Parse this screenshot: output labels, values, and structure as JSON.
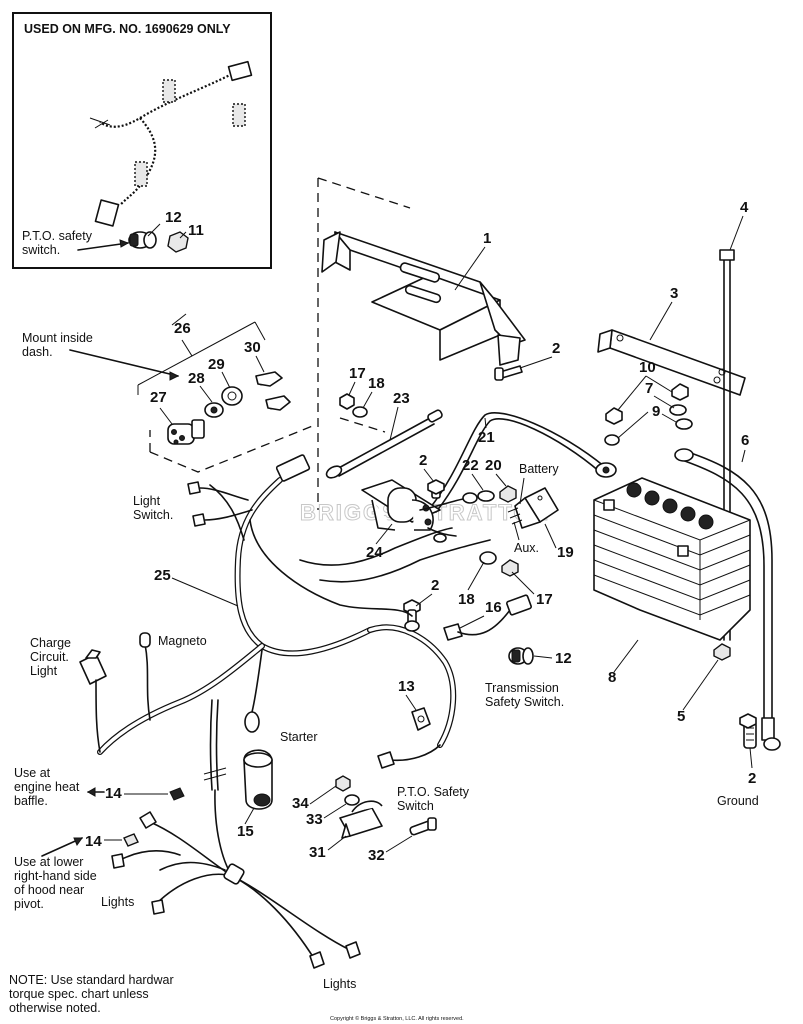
{
  "inset": {
    "title": "USED ON MFG. NO. 1690629 ONLY",
    "pto_switch_label": [
      "P.T.O. safety",
      "switch."
    ]
  },
  "callouts": {
    "c1": "1",
    "c2a": "2",
    "c2b": "2",
    "c2c": "2",
    "c2d": "2",
    "c3": "3",
    "c4": "4",
    "c5": "5",
    "c6": "6",
    "c7": "7",
    "c8": "8",
    "c9": "9",
    "c10": "10",
    "c11": "11",
    "c12a": "12",
    "c12b": "12",
    "c13": "13",
    "c14a": "14",
    "c14b": "14",
    "c15": "15",
    "c16": "16",
    "c17a": "17",
    "c17b": "17",
    "c18a": "18",
    "c18b": "18",
    "c19": "19",
    "c20": "20",
    "c21": "21",
    "c22": "22",
    "c23": "23",
    "c24": "24",
    "c25": "25",
    "c26": "26",
    "c27": "27",
    "c28": "28",
    "c29": "29",
    "c30": "30",
    "c31": "31",
    "c32": "32",
    "c33": "33",
    "c34": "34"
  },
  "labels": {
    "mount_inside_dash": [
      "Mount inside",
      "dash."
    ],
    "light_switch": [
      "Light",
      "Switch."
    ],
    "charge_circuit_light": [
      "Charge",
      "Circuit.",
      "Light"
    ],
    "magneto": "Magneto",
    "starter": "Starter",
    "battery": "Battery",
    "aux": "Aux.",
    "transmission_safety_switch": [
      "Transmission",
      "Safety Switch."
    ],
    "pto_safety_switch": [
      "P.T.O. Safety",
      "Switch"
    ],
    "ground": "Ground",
    "engine_heat_baffle": [
      "Use at",
      "engine heat",
      "baffle."
    ],
    "lower_hood": [
      "Use at lower",
      "right-hand side",
      "of hood near",
      "pivot."
    ],
    "lights_left": "Lights",
    "lights_bottom": "Lights"
  },
  "note": [
    "NOTE: Use standard hardwar",
    "torque spec. chart unless",
    "otherwise noted."
  ],
  "watermark": "BRIGGS&STRATTON",
  "copyright": "Copyright © Briggs & Stratton, LLC. All rights reserved."
}
